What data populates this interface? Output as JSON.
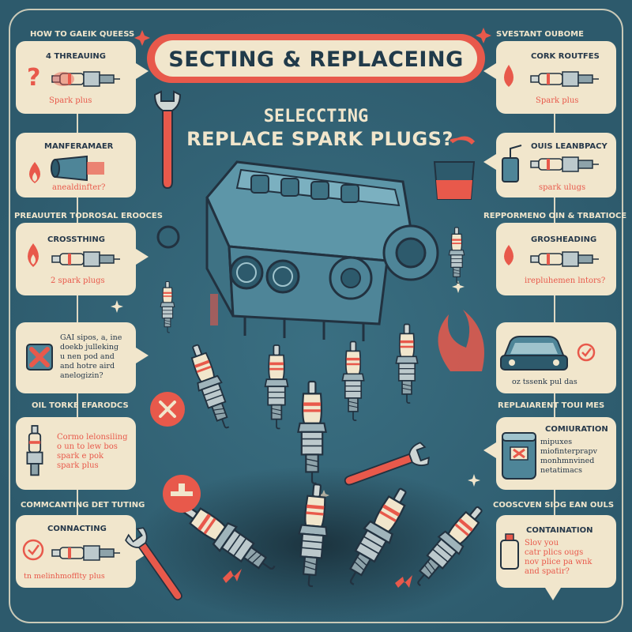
{
  "banner": {
    "title": "SECTING & REPLACEING"
  },
  "subtitle": {
    "line1": "SELECCTING",
    "line2": "REPLACE SPARK PLUGS?"
  },
  "section_headings": {
    "top_left": "HOW TO GAEIK QUEESS",
    "top_right": "SVESTANT OUBOME",
    "mid_left": "PREAUUTER TODROSAL EROOCES",
    "mid_right": "REPPORMENO OIN & TRBATIOCE",
    "low_left": "OIL TORKE EFARODCS",
    "low_right": "REPLAIARENT TOUI MES",
    "bottom_left": "COMMCANTING DET TUTING",
    "bottom_right": "COOSCVEN SIOG EAN OULS"
  },
  "left_cards": [
    {
      "title": "4 THREAUING",
      "caption": "Spark plus"
    },
    {
      "title": "MANFERAMAER",
      "caption": "anealdinfter?"
    },
    {
      "title": "CROSSTHING",
      "caption": "2 spark plugs"
    },
    {
      "body": "GAI sipos, a, ine\ndoekb julleking\nu nen pod and\nand hotre aird\nanelogizin?"
    },
    {
      "body": "Cormo lelonsiling\no un to lew bos\nspark e pok\nspark plus"
    },
    {
      "title": "CONNACTING",
      "caption": "tn melinhmofflty plus"
    }
  ],
  "right_cards": [
    {
      "title": "CORK ROUTFES",
      "caption": "Spark plus"
    },
    {
      "title": "OUIS LEANBPACY",
      "caption": "spark ulugs"
    },
    {
      "title": "GROSHEADING",
      "caption": "irepluhemen lntors?"
    },
    {
      "caption": "oz tssenk pul das"
    },
    {
      "title": "COMIURATION",
      "body": "mipuxes\nmiofinterprapv\nmonhmnvined\nnetatimacs"
    },
    {
      "title": "CONTAINATION",
      "body": "Slov you\ncatr plics ougs\nnov plice pa wnk\nand spatir?"
    }
  ],
  "colors": {
    "background": "#2d5a6c",
    "card": "#f1e6cc",
    "accent": "#e8594b",
    "ink": "#26384a",
    "engine": "#4e8598"
  },
  "icons": [
    "question-mark-icon",
    "flame-icon",
    "x-mark-icon",
    "check-icon",
    "car-icon",
    "oil-can-icon",
    "wrench-icon",
    "engine-block-icon",
    "spark-plug-icon"
  ]
}
